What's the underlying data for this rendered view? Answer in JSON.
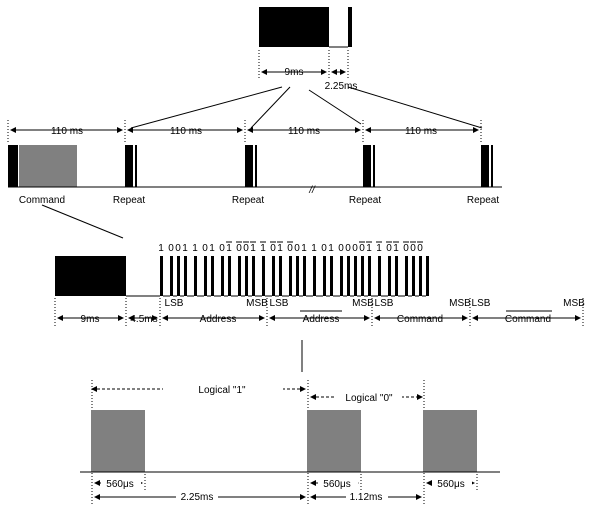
{
  "top": {
    "label_9ms": "9ms",
    "label_225ms": "2.25ms"
  },
  "frames": {
    "interval_labels": [
      "110 ms",
      "110 ms",
      "110 ms",
      "110 ms"
    ],
    "command_label": "Command",
    "repeat_labels": [
      "Repeat",
      "Repeat",
      "Repeat",
      "Repeat"
    ],
    "break_mark": "//"
  },
  "message": {
    "bits": [
      "1",
      "0",
      "0",
      "1",
      "1",
      "0",
      "1",
      "0",
      "1",
      "0",
      "0",
      "1",
      "1",
      "0",
      "1",
      "0",
      "0",
      "1",
      "1",
      "0",
      "1",
      "0",
      "0",
      "0",
      "0",
      "1",
      "1",
      "0",
      "1",
      "0",
      "0",
      "0"
    ],
    "bit_chars": "10011010 10011010 01101000 01101000",
    "bit_digits": [
      "1",
      "0",
      "0",
      "1",
      "1",
      "0",
      "1",
      "0",
      "1",
      "0",
      "0",
      "1",
      "1",
      "0",
      "1",
      "0",
      "0",
      "1",
      "1",
      "0",
      "1",
      "0",
      "0",
      "0",
      "0",
      "1",
      "1",
      "0",
      "1",
      "0",
      "0",
      "0"
    ],
    "lsb": "LSB",
    "msb": "MSB",
    "seg_9ms": "9ms",
    "seg_45ms": "4.5ms",
    "seg_address": "Address",
    "seg_address_inv": "Address",
    "seg_command": "Command",
    "seg_command_inv": "Command"
  },
  "bottom": {
    "logical_one": "Logical \"1\"",
    "logical_zero": "Logical \"0\"",
    "pulse_560a": "560μs",
    "pulse_560b": "560μs",
    "pulse_560c": "560μs",
    "span_225": "2.25ms",
    "span_112": "1.12ms"
  }
}
